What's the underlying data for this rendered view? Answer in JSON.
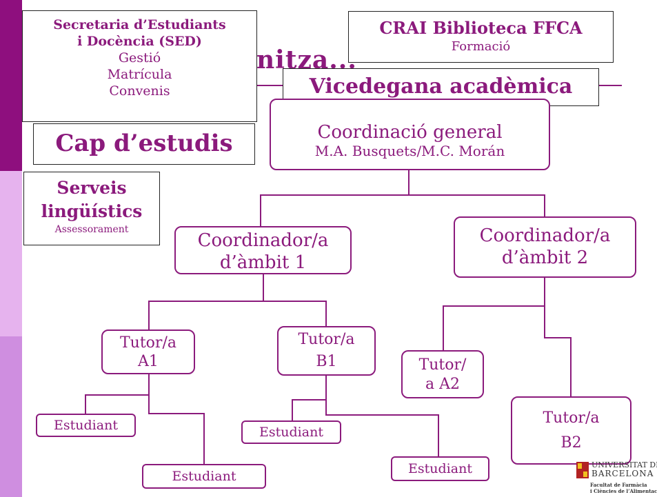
{
  "title_partial": "nitza...",
  "sed": {
    "title1": "Secretaria d’Estudiants",
    "title2": "i Docència (SED)",
    "line1": "Gestió",
    "line2": "Matrícula",
    "line3": "Convenis"
  },
  "crai": {
    "title": "CRAI Biblioteca FFCA",
    "sub": "Formació"
  },
  "vicedegana": "Vicedegana acadèmica",
  "cap": "Cap d’estudis",
  "serveis": {
    "line1": "Serveis",
    "line2": "lingüístics",
    "sub": "Assessorament"
  },
  "coordinacio": {
    "title": "Coordinació general",
    "names": "M.A. Busquets/M.C. Morán"
  },
  "coord1": {
    "line1": "Coordinador/a",
    "line2": "d’àmbit 1"
  },
  "coord2": {
    "line1": "Coordinador/a",
    "line2": "d’àmbit 2"
  },
  "tutorA1": {
    "line1": "Tutor/a",
    "line2": "A1"
  },
  "tutorB1": {
    "line1": "Tutor/a",
    "line2": "B1"
  },
  "tutorA2": {
    "line1": "Tutor/",
    "line2": "a A2"
  },
  "tutorB2": {
    "line1": "Tutor/a",
    "line2": "B2"
  },
  "students": [
    "Estudiant",
    "Estudiant",
    "Estudiant",
    "Estudiant"
  ],
  "logo": {
    "line1": "UNIVERSITAT DE",
    "line2": "BARCELONA",
    "sub1": "Facultat de Farmàcia",
    "sub2": "i Ciències de l’Alimentació"
  },
  "colors": {
    "accent": "#8b1a7c",
    "bar_dark": "#8e0f7e",
    "bar_light": "#e6b3ee",
    "bar_mid": "#cf8ee0"
  }
}
